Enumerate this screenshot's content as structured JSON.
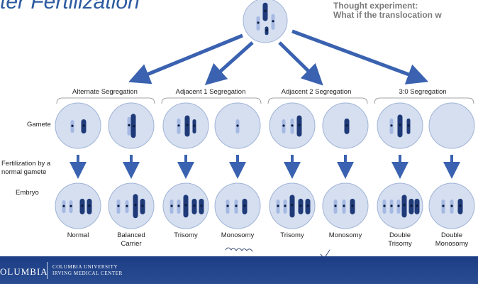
{
  "slide": {
    "title": "ter Fertilization",
    "thought_line1": "Thought experiment:",
    "thought_line2": "What if the translocation w"
  },
  "diagram": {
    "segregation_types": [
      "Alternate Segregation",
      "Adjacent 1 Segregation",
      "Adjacent 2 Segregation",
      "3:0 Segregation"
    ],
    "row_labels": {
      "gamete": "Gamete",
      "fertilization_line1": "Fertilization by a",
      "fertilization_line2": "normal gamete",
      "embryo": "Embryo"
    },
    "outcomes": [
      {
        "line1": "Normal",
        "line2": ""
      },
      {
        "line1": "Balanced",
        "line2": "Carrier"
      },
      {
        "line1": "Trisomy",
        "line2": ""
      },
      {
        "line1": "Monosomy",
        "line2": ""
      },
      {
        "line1": "Trisomy",
        "line2": ""
      },
      {
        "line1": "Monosomy",
        "line2": ""
      },
      {
        "line1": "Double",
        "line2": "Trisomy"
      },
      {
        "line1": "Double",
        "line2": "Monosomy"
      }
    ]
  },
  "footer": {
    "brand": "OLUMBIA",
    "university_line1": "COLUMBIA UNIVERSITY",
    "university_line2": "IRVING MEDICAL CENTER"
  },
  "colors": {
    "cell_fill": "#d5dff0",
    "cell_stroke": "#9fb3d6",
    "arrow": "#3a62b0",
    "chrom_light": "#a5b9e3",
    "chrom_dark": "#1f3a78",
    "footer_bg": "#1e3f86",
    "title": "#2c5aa0",
    "handwriting": "#3d4d78"
  }
}
